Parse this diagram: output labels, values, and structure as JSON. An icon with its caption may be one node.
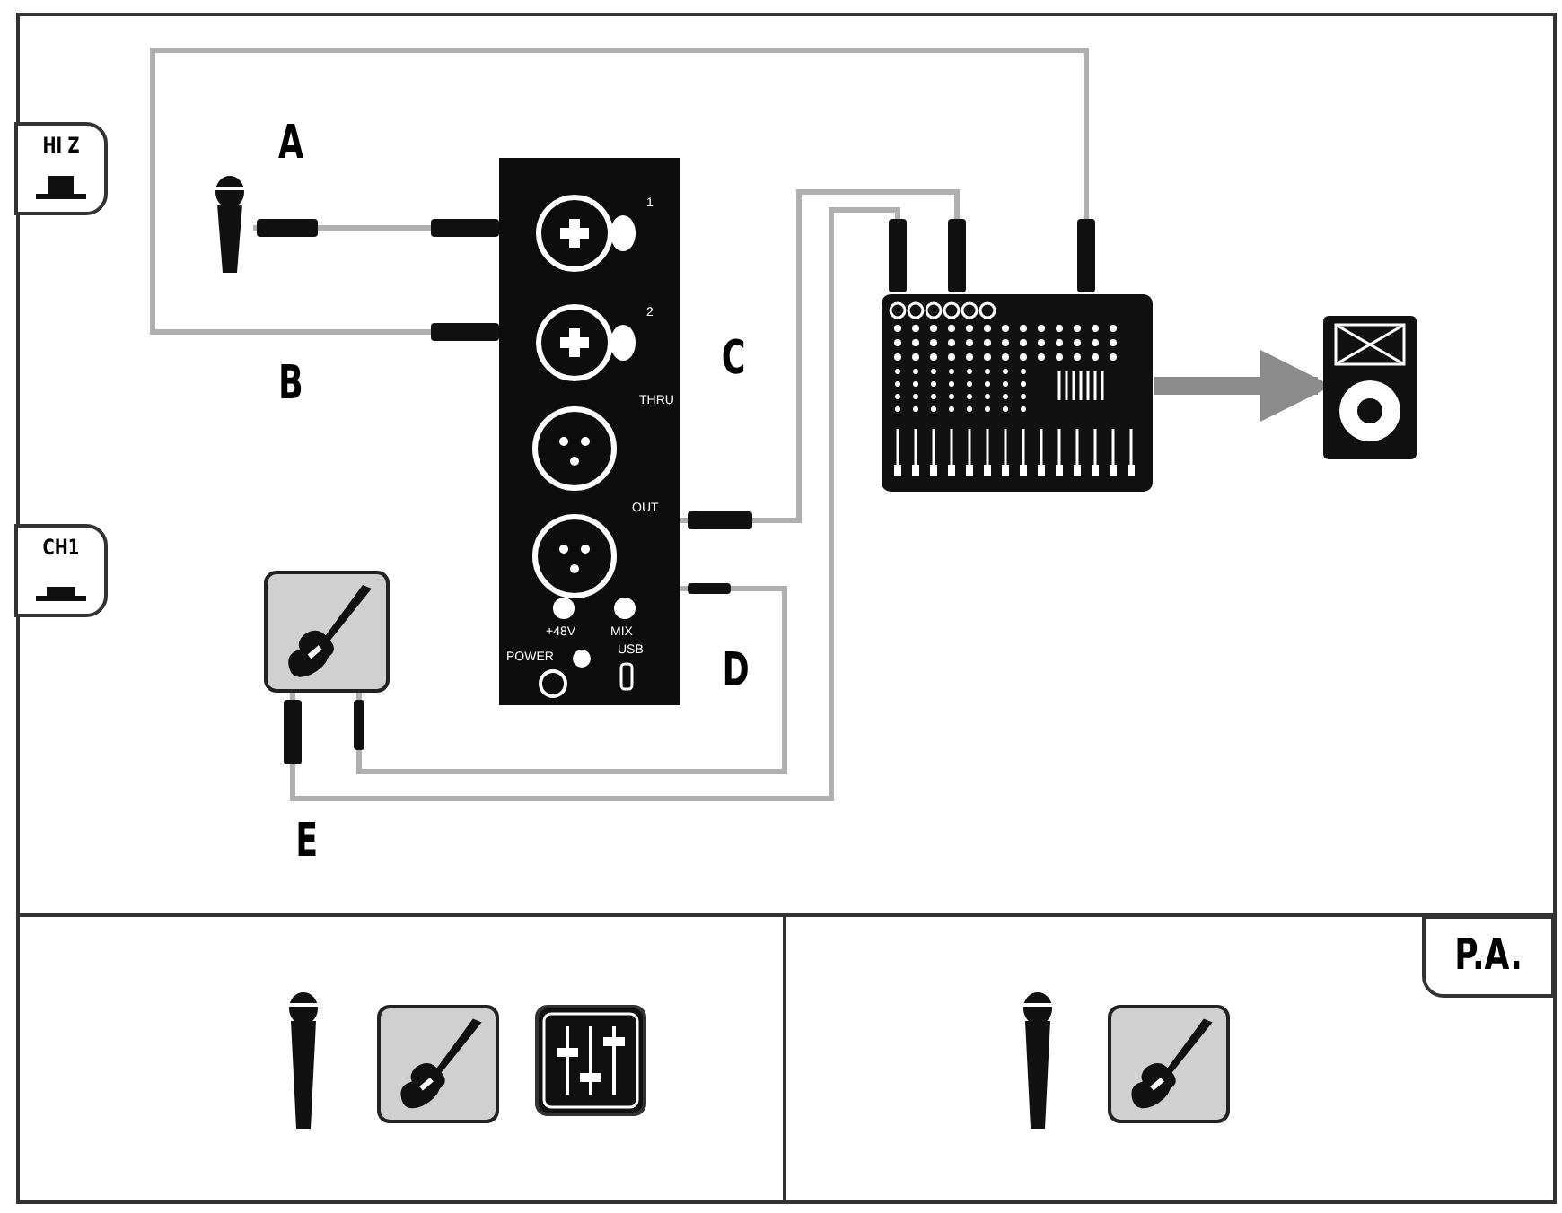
{
  "diagram": {
    "nodes": [
      {
        "text": [],
        "shape": "microphone"
      },
      {
        "text": [
          "1",
          "2",
          "THRU",
          "OUT",
          "+48V",
          "MIX",
          "POWER",
          "USB"
        ]
      },
      {
        "text": [],
        "shape": "mixer"
      },
      {
        "text": [],
        "shape": "speaker"
      },
      {
        "text": [],
        "shape": "guitar"
      }
    ],
    "edges": [
      {
        "from": 0,
        "to": 1,
        "arrow": "none",
        "label": "A"
      },
      {
        "from": 2,
        "to": 1,
        "arrow": "none",
        "label": "B"
      },
      {
        "from": 1,
        "to": 2,
        "arrow": "none",
        "label": "C"
      },
      {
        "from": 1,
        "to": 4,
        "arrow": "none",
        "label": "D"
      },
      {
        "from": 4,
        "to": 2,
        "arrow": "none",
        "label": "E"
      },
      {
        "from": 2,
        "to": 3,
        "arrow": "to",
        "style": "thick",
        "color": "#8c8c8c"
      }
    ],
    "labels": [
      "HI Z",
      "CH1",
      "P.A."
    ]
  }
}
